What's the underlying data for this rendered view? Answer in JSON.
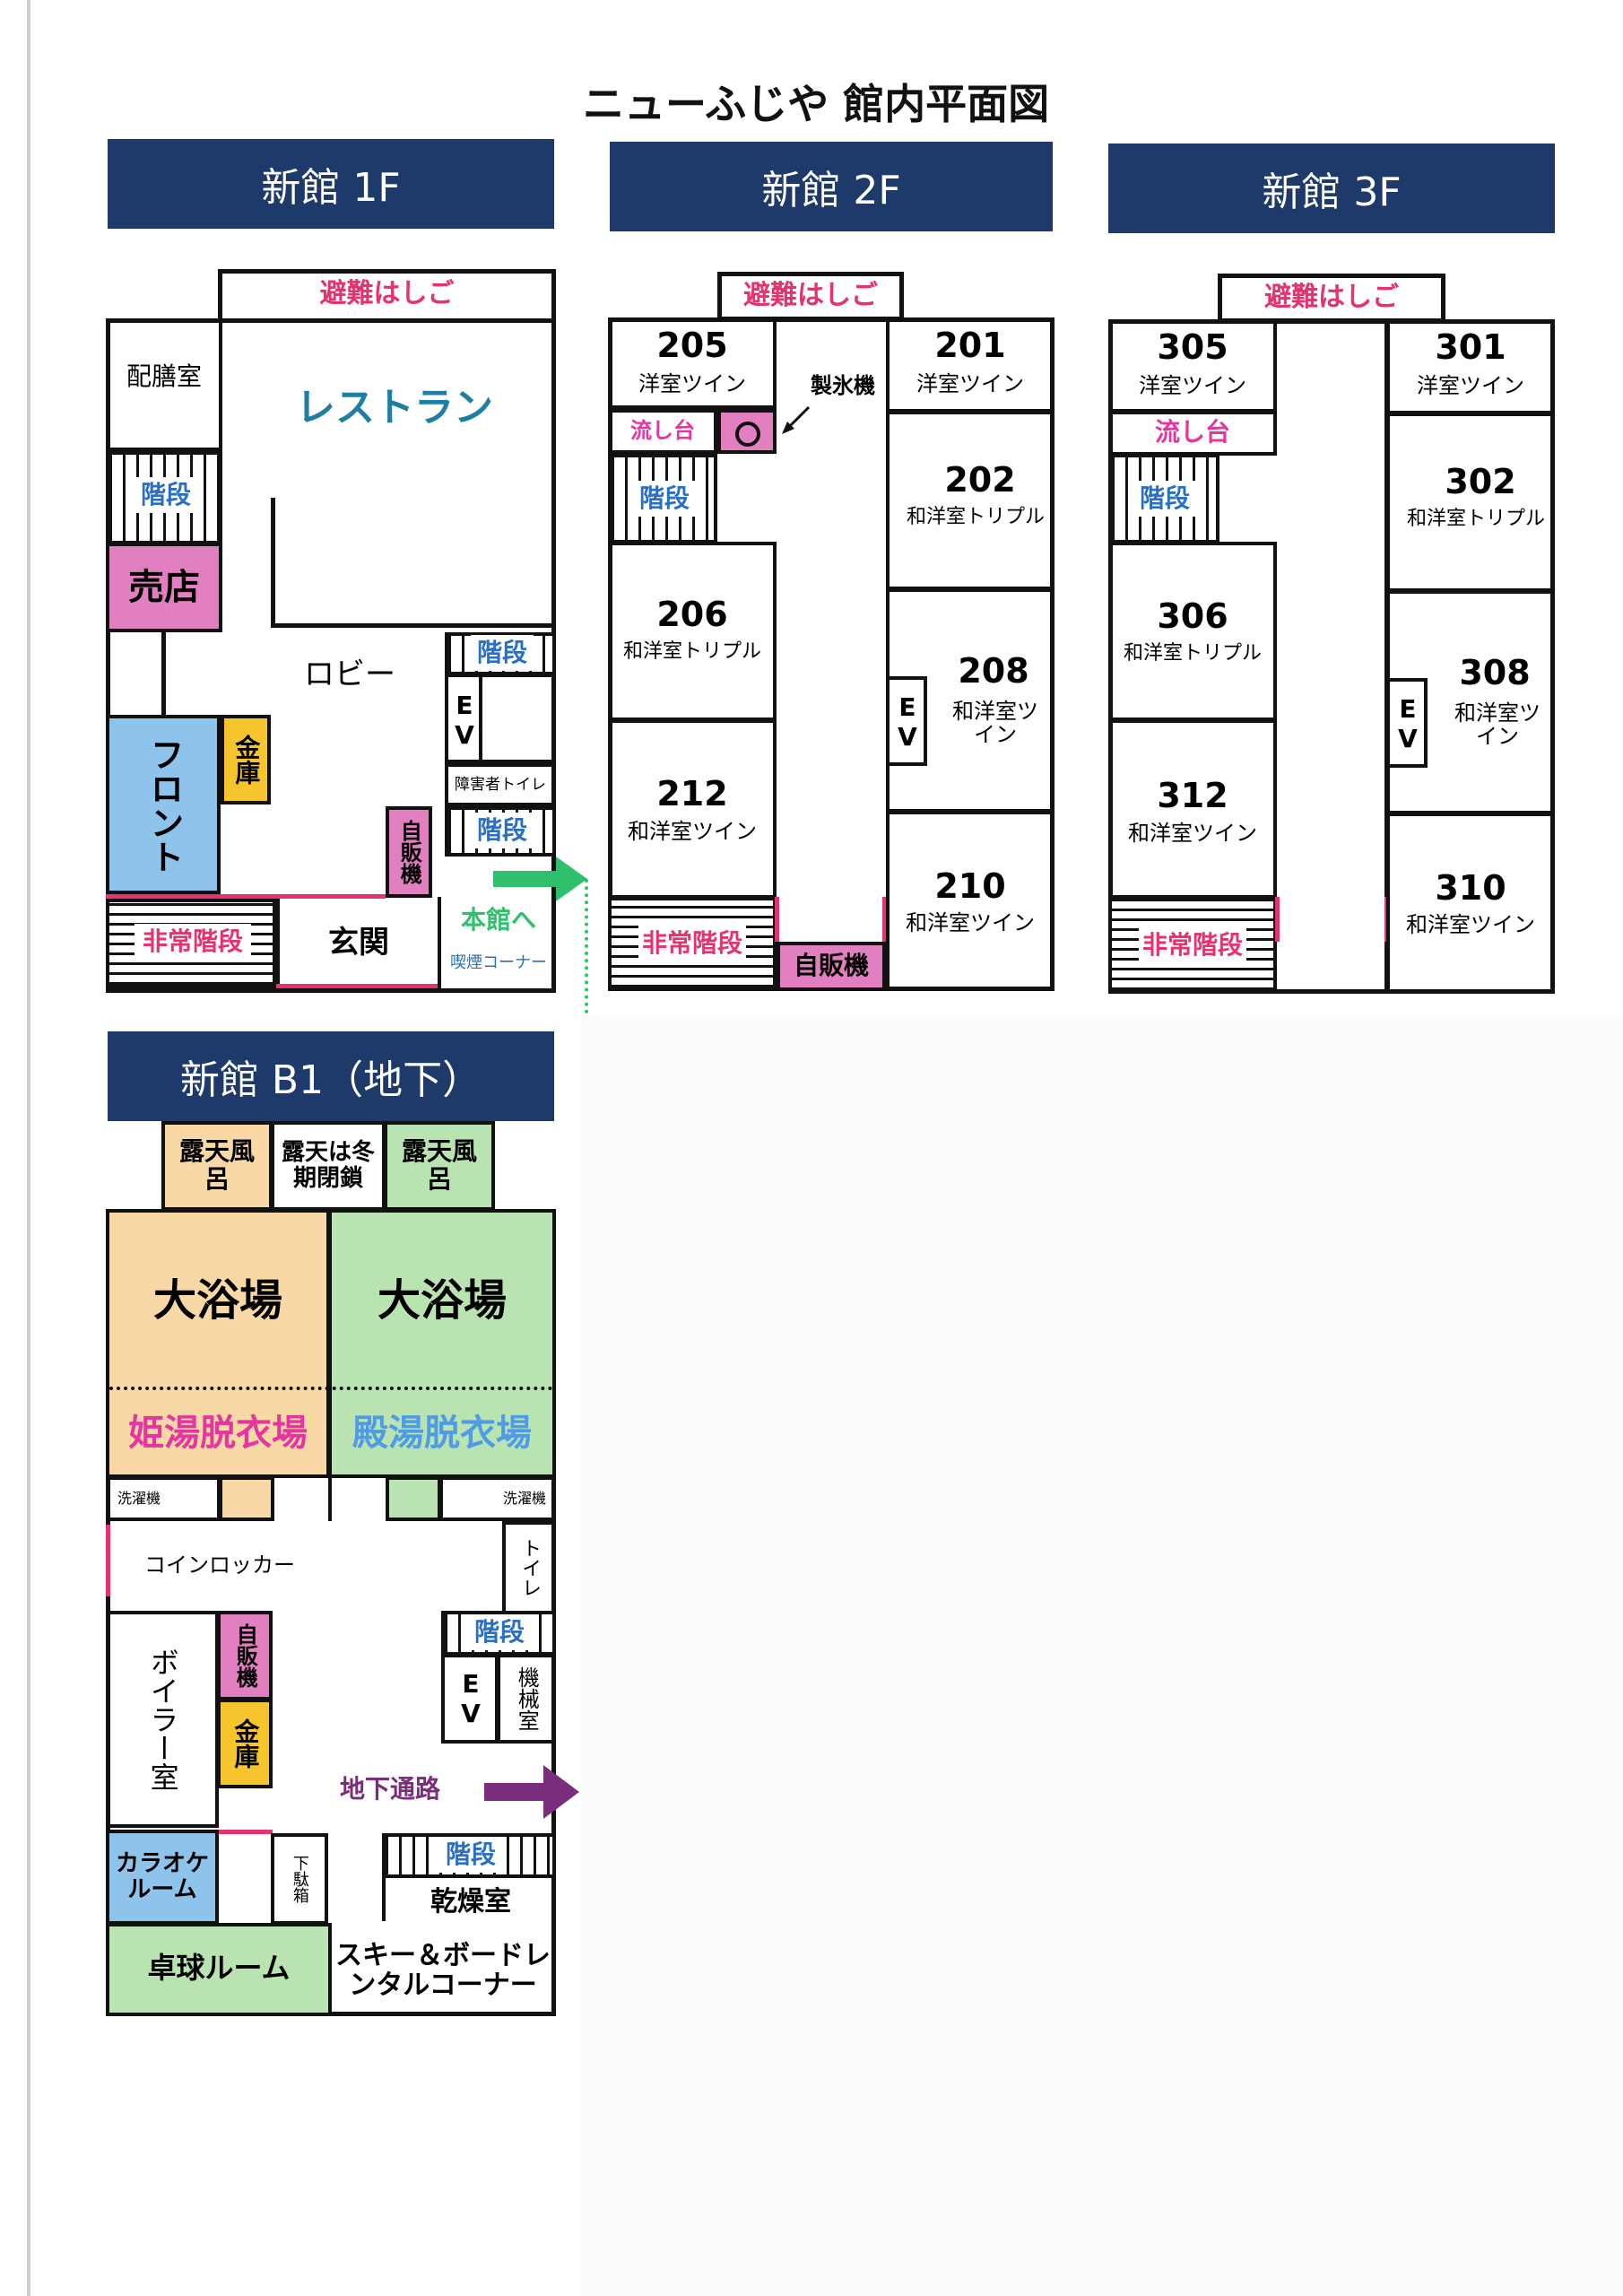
{
  "title": "ニューふじや 館内平面図",
  "colors": {
    "header_bg": "#1d3a6b",
    "pink": "#e27fc0",
    "blue": "#8ec3ec",
    "yellow": "#f6c42c",
    "peach": "#f8d9a6",
    "green": "#b9e4b1",
    "red": "#e5336f",
    "purple": "#7a2d7d",
    "arrow_green": "#2fbf6d"
  },
  "floors": {
    "f1": {
      "header": "新館 1F",
      "rooms": {
        "ladder": "避難はしご",
        "pantry": "配膳室",
        "restaurant": "レストラン",
        "stairs": "階段",
        "shop": "売店",
        "lobby": "ロビー",
        "stairs2": "階段",
        "ev": "EV",
        "front": "フロント",
        "safe": "金庫",
        "accessible_toilet": "障害者トイレ",
        "vending": "自販機",
        "stairs3": "階段",
        "emergency_stairs": "非常階段",
        "entrance": "玄関",
        "to_main": "本館へ",
        "smoking": "喫煙コーナー"
      }
    },
    "f2": {
      "header": "新館 2F",
      "rooms": {
        "ladder": "避難はしご",
        "r205": "205",
        "r205_type": "洋室ツイン",
        "ice": "製氷機",
        "r201": "201",
        "r201_type": "洋室ツイン",
        "sink": "流し台",
        "stairs": "階段",
        "r202": "202",
        "r202_type": "和洋室トリプル",
        "r206": "206",
        "r206_type": "和洋室トリプル",
        "ev": "EV",
        "r208": "208",
        "r208_type": "和洋室ツイン",
        "r212": "212",
        "r212_type": "和洋室ツイン",
        "r210": "210",
        "r210_type": "和洋室ツイン",
        "emergency_stairs": "非常階段",
        "vending": "自販機"
      }
    },
    "f3": {
      "header": "新館 3F",
      "rooms": {
        "ladder": "避難はしご",
        "r305": "305",
        "r305_type": "洋室ツイン",
        "r301": "301",
        "r301_type": "洋室ツイン",
        "sink": "流し台",
        "stairs": "階段",
        "r302": "302",
        "r302_type": "和洋室トリプル",
        "r306": "306",
        "r306_type": "和洋室トリプル",
        "ev": "EV",
        "r308": "308",
        "r308_type": "和洋室ツイン",
        "r312": "312",
        "r312_type": "和洋室ツイン",
        "r310": "310",
        "r310_type": "和洋室ツイン",
        "emergency_stairs": "非常階段"
      }
    },
    "b1": {
      "header": "新館 B1（地下）",
      "rooms": {
        "outdoor_bath_l": "露天風呂",
        "outdoor_closed": "露天は冬期閉鎖",
        "outdoor_bath_r": "露天風呂",
        "bath_l": "大浴場",
        "bath_r": "大浴場",
        "dressing_women": "姫湯脱衣場",
        "dressing_men": "殿湯脱衣場",
        "washer_l": "洗濯機",
        "washer_r": "洗濯機",
        "coin_locker": "コインロッカー",
        "toilet": "トイレ",
        "boiler": "ボイラー室",
        "vending": "自販機",
        "safe": "金庫",
        "stairs": "階段",
        "ev": "EV",
        "machine": "機械室",
        "underground": "地下通路",
        "karaoke": "カラオケルーム",
        "shoe_box": "下駄箱",
        "stairs2": "階段",
        "drying": "乾燥室",
        "pingpong": "卓球ルーム",
        "rental": "スキー＆ボードレンタルコーナー"
      }
    }
  }
}
